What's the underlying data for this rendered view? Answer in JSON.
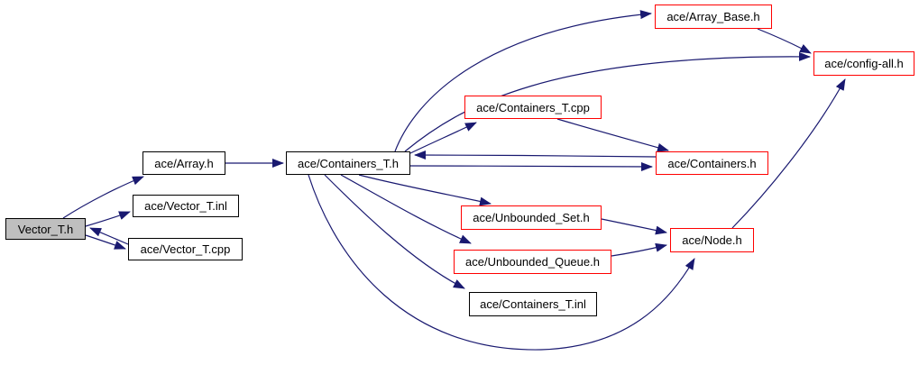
{
  "diagram": {
    "type": "include-dependency-graph",
    "background_color": "#ffffff",
    "edge_color": "#191970",
    "root_fill_color": "#bfbfbf",
    "linked_border_color": "#ff0000",
    "plain_border_color": "#000000",
    "nodes": [
      {
        "id": "vector_t_h",
        "label": "Vector_T.h",
        "kind": "root"
      },
      {
        "id": "array_h",
        "label": "ace/Array.h",
        "kind": "plain"
      },
      {
        "id": "vector_t_inl",
        "label": "ace/Vector_T.inl",
        "kind": "plain"
      },
      {
        "id": "vector_t_cpp",
        "label": "ace/Vector_T.cpp",
        "kind": "plain"
      },
      {
        "id": "containers_t_h",
        "label": "ace/Containers_T.h",
        "kind": "plain"
      },
      {
        "id": "containers_t_cpp",
        "label": "ace/Containers_T.cpp",
        "kind": "linked"
      },
      {
        "id": "array_base_h",
        "label": "ace/Array_Base.h",
        "kind": "linked"
      },
      {
        "id": "config_all_h",
        "label": "ace/config-all.h",
        "kind": "linked"
      },
      {
        "id": "containers_h",
        "label": "ace/Containers.h",
        "kind": "linked"
      },
      {
        "id": "unbounded_set_h",
        "label": "ace/Unbounded_Set.h",
        "kind": "linked"
      },
      {
        "id": "node_h",
        "label": "ace/Node.h",
        "kind": "linked"
      },
      {
        "id": "unbounded_queue_h",
        "label": "ace/Unbounded_Queue.h",
        "kind": "linked"
      },
      {
        "id": "containers_t_inl",
        "label": "ace/Containers_T.inl",
        "kind": "plain"
      }
    ],
    "edges": [
      {
        "from": "vector_t_h",
        "to": "array_h"
      },
      {
        "from": "vector_t_h",
        "to": "vector_t_inl"
      },
      {
        "from": "vector_t_h",
        "to": "vector_t_cpp"
      },
      {
        "from": "vector_t_cpp",
        "to": "vector_t_h"
      },
      {
        "from": "array_h",
        "to": "containers_t_h"
      },
      {
        "from": "containers_t_h",
        "to": "array_base_h"
      },
      {
        "from": "array_base_h",
        "to": "config_all_h"
      },
      {
        "from": "containers_t_h",
        "to": "config_all_h"
      },
      {
        "from": "containers_t_h",
        "to": "containers_t_cpp"
      },
      {
        "from": "containers_t_cpp",
        "to": "containers_h"
      },
      {
        "from": "containers_h",
        "to": "containers_t_h"
      },
      {
        "from": "containers_t_h",
        "to": "containers_h"
      },
      {
        "from": "containers_t_h",
        "to": "unbounded_set_h"
      },
      {
        "from": "unbounded_set_h",
        "to": "node_h"
      },
      {
        "from": "containers_t_h",
        "to": "unbounded_queue_h"
      },
      {
        "from": "unbounded_queue_h",
        "to": "node_h"
      },
      {
        "from": "containers_t_h",
        "to": "containers_t_inl"
      },
      {
        "from": "containers_t_h",
        "to": "node_h"
      },
      {
        "from": "node_h",
        "to": "config_all_h"
      }
    ]
  }
}
